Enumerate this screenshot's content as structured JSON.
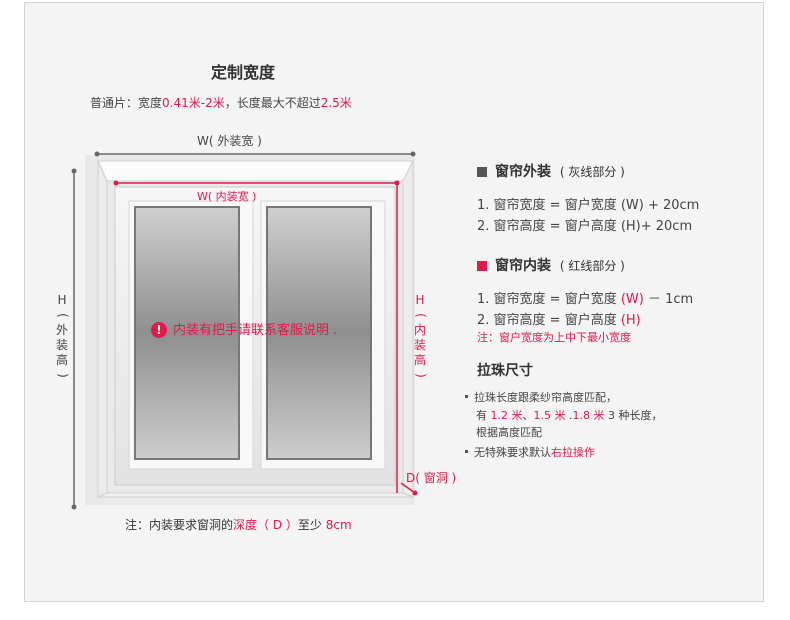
{
  "header": {
    "title": "定制宽度",
    "subtitle_prefix": "普通片：宽度",
    "width_range": "0.41米-2米",
    "subtitle_mid": "，长度最大不超过",
    "max_length": "2.5米"
  },
  "diagram": {
    "outer_width_label": "W( 外装宽 )",
    "inner_width_label": "W( 内装宽 )",
    "outer_height_chars": [
      "H",
      "(",
      "外",
      "装",
      "高",
      ")"
    ],
    "inner_height_chars": [
      "H",
      "(",
      "内",
      "装",
      "高",
      ")"
    ],
    "depth_label": "D( 窗洞 )",
    "warning_icon": "exclamation-circle-icon",
    "warning_text": "内装有把手请联系客服说明 .",
    "note_prefix": "注：内装要求窗洞的",
    "note_depth": "深度（ D ）",
    "note_mid": "至少",
    "note_value": " 8cm"
  },
  "outer_install": {
    "title": "窗帘外装",
    "sub": "( 灰线部分 )",
    "lines": [
      "1. 窗帘宽度 = 窗户宽度 (W) + 20cm",
      "2. 窗帘高度 = 窗户高度 (H)+ 20cm"
    ]
  },
  "inner_install": {
    "title": "窗帘内装",
    "sub": "( 红线部分 )",
    "line1_prefix": "1. 窗帘宽度 = 窗户宽度 ",
    "line1_var": "(W)",
    "line1_suffix": " － 1cm",
    "line2_prefix": "2. 窗帘高度 = 窗户高度 ",
    "line2_var": "(H)",
    "note": "注：窗户宽度为上中下最小宽度"
  },
  "bead": {
    "title": "拉珠尺寸",
    "line1": "拉珠长度跟柔纱帘高度匹配，",
    "line2_prefix": "有 ",
    "opt1": "1.2 米",
    "sep1": "、",
    "opt2": "1.5 米",
    "sep2": " .",
    "opt3": "1.8 米",
    "line2_suffix": " 3 种长度，",
    "line3": "根据高度匹配",
    "line4_prefix": "无特殊要求默认",
    "line4_red": "右拉操作"
  },
  "colors": {
    "accent_red": "#e5174b",
    "gray_line": "#666666",
    "background": "#f4f4f4"
  }
}
